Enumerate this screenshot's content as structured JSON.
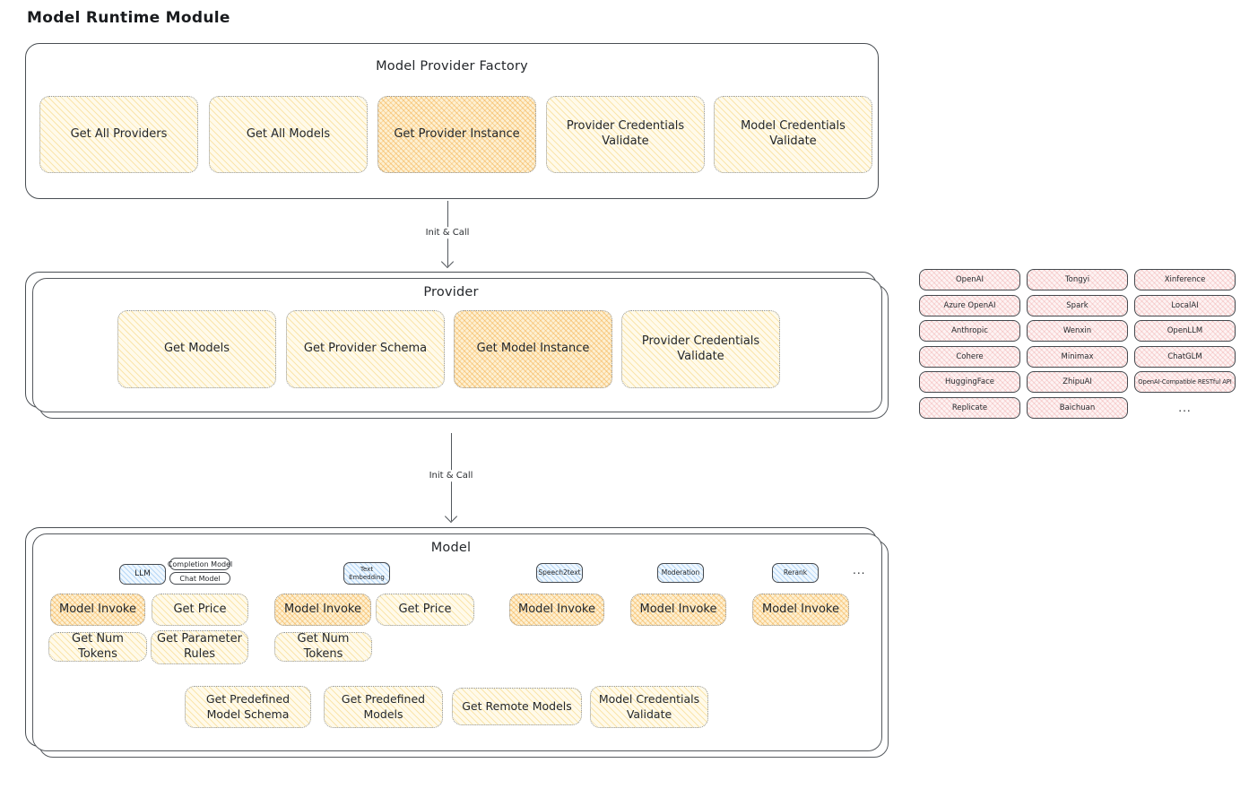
{
  "title": "Model Runtime Module",
  "arrows": {
    "init_call": "Init & Call"
  },
  "factory": {
    "title": "Model Provider Factory",
    "buttons": [
      {
        "label": "Get All Providers",
        "highlighted": false
      },
      {
        "label": "Get All Models",
        "highlighted": false
      },
      {
        "label": "Get Provider Instance",
        "highlighted": true
      },
      {
        "label": "Provider Credentials Validate",
        "highlighted": false
      },
      {
        "label": "Model Credentials Validate",
        "highlighted": false
      }
    ]
  },
  "provider": {
    "title": "Provider",
    "buttons": [
      {
        "label": "Get Models",
        "highlighted": false
      },
      {
        "label": "Get Provider Schema",
        "highlighted": false
      },
      {
        "label": "Get Model Instance",
        "highlighted": true
      },
      {
        "label": "Provider Credentials Validate",
        "highlighted": false
      }
    ]
  },
  "providers_list": {
    "items": [
      "OpenAI",
      "Tongyi",
      "Xinference",
      "Azure OpenAI",
      "Spark",
      "LocalAI",
      "Anthropic",
      "Wenxin",
      "OpenLLM",
      "Cohere",
      "Minimax",
      "ChatGLM",
      "HuggingFace",
      "ZhipuAI",
      "OpenAI-Compatible RESTful API",
      "Replicate",
      "Baichuan"
    ],
    "more": "..."
  },
  "model": {
    "title": "Model",
    "types": {
      "llm": "LLM",
      "completion_model": "Completion Model",
      "chat_model": "Chat Model",
      "text_embedding": "Text Embedding",
      "speech2text": "Speech2text",
      "moderation": "Moderation",
      "rerank": "Rerank",
      "more": "..."
    },
    "actions": {
      "model_invoke": "Model Invoke",
      "get_price": "Get Price",
      "get_num_tokens": "Get Num Tokens",
      "get_parameter_rules": "Get Parameter Rules",
      "get_predefined_model_schema": "Get Predefined Model Schema",
      "get_predefined_models": "Get Predefined Models",
      "get_remote_models": "Get Remote Models",
      "model_credentials_validate": "Model Credentials Validate"
    }
  },
  "colors": {
    "action_yellow": "#fdf5d9",
    "action_highlight_orange": "#f9dfa9",
    "type_tab_blue": "#e4f1fc",
    "provider_chip_pink": "#fbe9e9",
    "container_border": "#494e53",
    "dotted_border": "#8f949a",
    "text": "#24272b"
  }
}
